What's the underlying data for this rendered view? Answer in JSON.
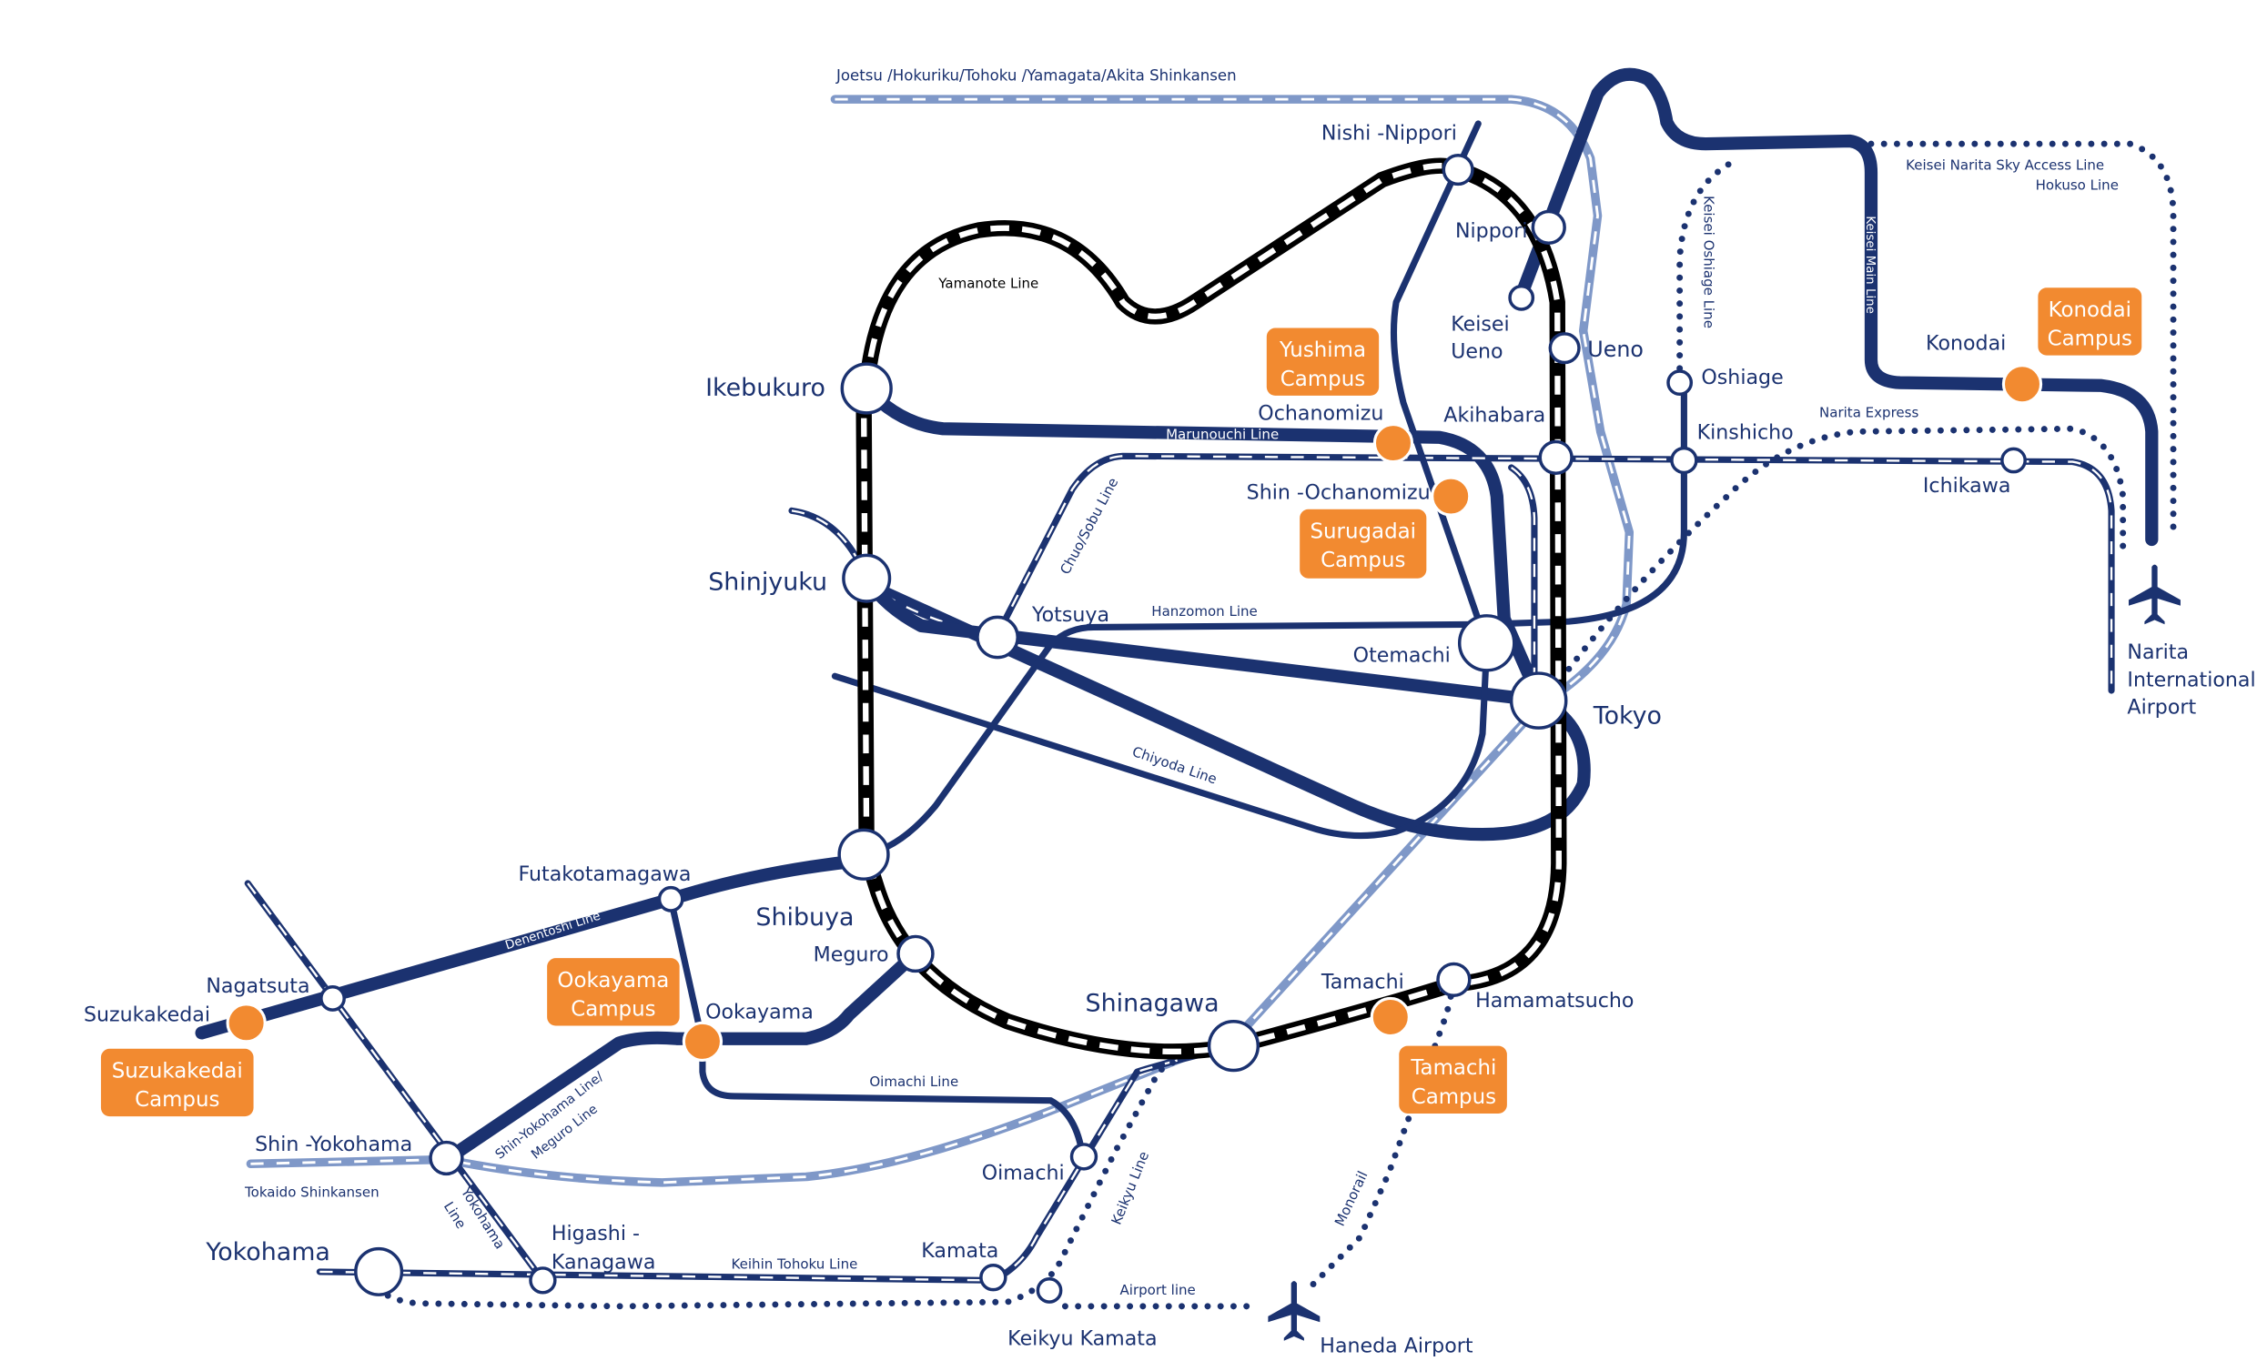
{
  "colors": {
    "line_navy": "#1b3270",
    "line_light": "#7f98c8",
    "yamanote": "#000000",
    "campus": "#f28a30",
    "text": "#1b3270",
    "background": "#ffffff"
  },
  "lines": {
    "shinkansen_north": "Joetsu /Hokuriku/Tohoku /Yamagata/Akita Shinkansen",
    "yamanote": "Yamanote Line",
    "marunouchi": "Marunouchi Line",
    "chuo_sobu": "Chuo/Sobu Line",
    "hanzomon": "Hanzomon Line",
    "chiyoda": "Chiyoda Line",
    "denentoshi": "Denentoshi Line",
    "oimachi": "Oimachi Line",
    "shin_yokohama_meguro_1": "Shin-Yokohama Line/",
    "shin_yokohama_meguro_2": "Meguro Line",
    "tokaido_shinkansen": "Tokaido Shinkansen",
    "yokohama_1": "Yokohama",
    "yokohama_2": "Line",
    "keihin_tohoku": "Keihin Tohoku Line",
    "keikyu": "Keikyu Line",
    "airport_line": "Airport line",
    "monorail": "Monorail",
    "keisei_oshiage": "Keisei  Oshiage  Line",
    "keisei_main": "Keisei Main Line",
    "keisei_narita_sky": "Keisei Narita Sky Access Line",
    "hokuso": "Hokuso Line",
    "narita_express": "Narita Express"
  },
  "stations": {
    "nishi_nippori": "Nishi -Nippori",
    "nippori": "Nippori",
    "keisei_ueno_1": "Keisei",
    "keisei_ueno_2": "Ueno",
    "ueno": "Ueno",
    "oshiage": "Oshiage",
    "kinshicho": "Kinshicho",
    "ichikawa": "Ichikawa",
    "konodai": "Konodai",
    "ikebukuro": "Ikebukuro",
    "ochanomizu": "Ochanomizu",
    "akihabara": "Akihabara",
    "shin_ochanomizu": "Shin -Ochanomizu",
    "shinjyuku": "Shinjyuku",
    "yotsuya": "Yotsuya",
    "otemachi": "Otemachi",
    "tokyo": "Tokyo",
    "futakotamagawa": "Futakotamagawa",
    "shibuya": "Shibuya",
    "meguro": "Meguro",
    "nagatsuta": "Nagatsuta",
    "suzukakedai": "Suzukakedai",
    "ookayama": "Ookayama",
    "shinagawa": "Shinagawa",
    "tamachi": "Tamachi",
    "hamamatsucho": "Hamamatsucho",
    "shin_yokohama": "Shin -Yokohama",
    "oimachi": "Oimachi",
    "yokohama": "Yokohama",
    "higashi_kanagawa_1": "Higashi -",
    "higashi_kanagawa_2": "Kanagawa",
    "kamata": "Kamata",
    "keikyu_kamata": "Keikyu Kamata",
    "haneda_airport": "Haneda Airport",
    "narita_airport_1": "Narita",
    "narita_airport_2": "International",
    "narita_airport_3": "Airport"
  },
  "campuses": {
    "yushima": {
      "line1": "Yushima",
      "line2": "Campus"
    },
    "surugadai": {
      "line1": "Surugadai",
      "line2": "Campus"
    },
    "konodai": {
      "line1": "Konodai",
      "line2": "Campus"
    },
    "ookayama": {
      "line1": "Ookayama",
      "line2": "Campus"
    },
    "suzukakedai": {
      "line1": "Suzukakedai",
      "line2": "Campus"
    },
    "tamachi": {
      "line1": "Tamachi",
      "line2": "Campus"
    }
  },
  "icons": {
    "narita_airport": "airplane-icon",
    "haneda_airport": "airplane-icon"
  }
}
